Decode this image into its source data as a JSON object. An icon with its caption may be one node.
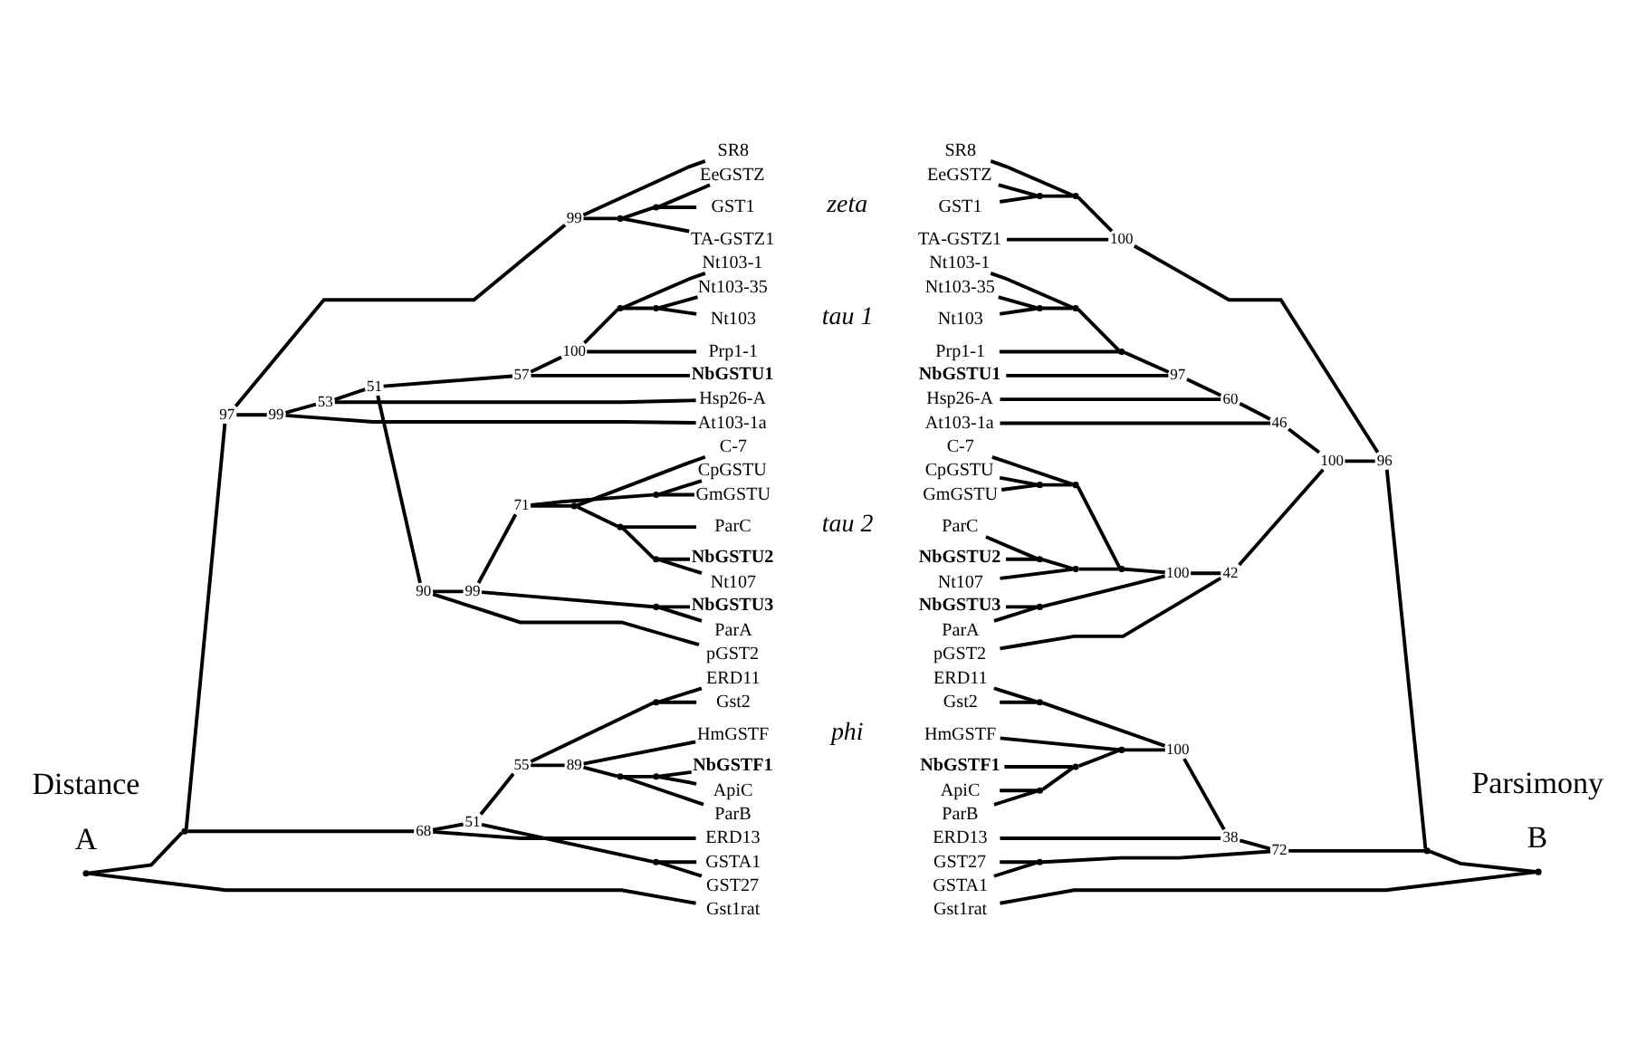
{
  "diagram": {
    "nodes": [
      {
        "text": [],
        "shape": "point"
      },
      {
        "text": [],
        "shape": "point"
      },
      {
        "text": [],
        "shape": "point",
        "beside": [
          "97"
        ]
      },
      {
        "text": [],
        "shape": "point",
        "beside": [
          "99"
        ]
      },
      {
        "text": [
          "SR8"
        ]
      },
      {
        "text": [],
        "shape": "point"
      },
      {
        "text": [],
        "shape": "point"
      },
      {
        "text": [
          "EeGSTZ"
        ]
      },
      {
        "text": [
          "GST1"
        ]
      },
      {
        "text": [
          "TA-GSTZ1"
        ]
      },
      {
        "text": [],
        "shape": "point",
        "beside": [
          "99"
        ]
      },
      {
        "text": [],
        "shape": "point",
        "beside": [
          "53"
        ]
      },
      {
        "text": [],
        "shape": "point",
        "beside": [
          "51"
        ]
      },
      {
        "text": [],
        "shape": "point",
        "beside": [
          "57"
        ]
      },
      {
        "text": [],
        "shape": "point",
        "beside": [
          "100"
        ]
      },
      {
        "text": [],
        "shape": "point"
      },
      {
        "text": [
          "Nt103-1"
        ]
      },
      {
        "text": [],
        "shape": "point"
      },
      {
        "text": [
          "Nt103-35"
        ]
      },
      {
        "text": [
          "Nt103"
        ]
      },
      {
        "text": [
          "Prp1-1"
        ]
      },
      {
        "text": [
          "NbGSTU1"
        ]
      },
      {
        "text": [],
        "shape": "point",
        "beside": [
          "90"
        ]
      },
      {
        "text": [],
        "shape": "point",
        "beside": [
          "99"
        ]
      },
      {
        "text": [],
        "shape": "point",
        "beside": [
          "71"
        ]
      },
      {
        "text": [],
        "shape": "point"
      },
      {
        "text": [
          "CpGSTU"
        ]
      },
      {
        "text": [
          "GmGSTU"
        ]
      },
      {
        "text": [],
        "shape": "point"
      },
      {
        "text": [
          "C-7"
        ]
      },
      {
        "text": [],
        "shape": "point"
      },
      {
        "text": [
          "ParC"
        ]
      },
      {
        "text": [],
        "shape": "point"
      },
      {
        "text": [
          "NbGSTU2"
        ]
      },
      {
        "text": [
          "Nt107"
        ]
      },
      {
        "text": [],
        "shape": "point"
      },
      {
        "text": [
          "NbGSTU3"
        ]
      },
      {
        "text": [
          "ParA"
        ]
      },
      {
        "text": [
          "pGST2"
        ]
      },
      {
        "text": [
          "Hsp26-A"
        ]
      },
      {
        "text": [
          "At103-1a"
        ]
      },
      {
        "text": [],
        "shape": "point",
        "beside": [
          "68"
        ]
      },
      {
        "text": [],
        "shape": "point",
        "beside": [
          "51"
        ]
      },
      {
        "text": [],
        "shape": "point",
        "beside": [
          "55"
        ]
      },
      {
        "text": [],
        "shape": "point"
      },
      {
        "text": [
          "ERD11"
        ]
      },
      {
        "text": [
          "Gst2"
        ]
      },
      {
        "text": [],
        "shape": "point",
        "beside": [
          "89"
        ]
      },
      {
        "text": [
          "HmGSTF"
        ]
      },
      {
        "text": [],
        "shape": "point"
      },
      {
        "text": [],
        "shape": "point"
      },
      {
        "text": [
          "NbGSTF1"
        ]
      },
      {
        "text": [
          "ApiC"
        ]
      },
      {
        "text": [
          "ParB"
        ]
      },
      {
        "text": [],
        "shape": "point"
      },
      {
        "text": [
          "GSTA1"
        ]
      },
      {
        "text": [
          "GST27"
        ]
      },
      {
        "text": [
          "ERD13"
        ]
      },
      {
        "text": [
          "Gst1rat"
        ]
      },
      {
        "text": [
          "SR8"
        ]
      },
      {
        "text": [
          "EeGSTZ"
        ]
      },
      {
        "text": [
          "GST1"
        ]
      },
      {
        "text": [
          "TA-GSTZ1"
        ]
      },
      {
        "text": [],
        "shape": "point"
      },
      {
        "text": [],
        "shape": "point"
      },
      {
        "text": [],
        "shape": "point",
        "beside": [
          "100"
        ]
      },
      {
        "text": [
          "Nt103-1"
        ]
      },
      {
        "text": [
          "Nt103-35"
        ]
      },
      {
        "text": [
          "Nt103"
        ]
      },
      {
        "text": [
          "Prp1-1"
        ]
      },
      {
        "text": [
          "NbGSTU1"
        ]
      },
      {
        "text": [
          "Hsp26-A"
        ]
      },
      {
        "text": [
          "At103-1a"
        ]
      },
      {
        "text": [],
        "shape": "point"
      },
      {
        "text": [],
        "shape": "point"
      },
      {
        "text": [],
        "shape": "point"
      },
      {
        "text": [],
        "shape": "point",
        "beside": [
          "97"
        ]
      },
      {
        "text": [],
        "shape": "point",
        "beside": [
          "60"
        ]
      },
      {
        "text": [],
        "shape": "point",
        "beside": [
          "46"
        ]
      },
      {
        "text": [
          "C-7"
        ]
      },
      {
        "text": [
          "CpGSTU"
        ]
      },
      {
        "text": [
          "GmGSTU"
        ]
      },
      {
        "text": [
          "ParC"
        ]
      },
      {
        "text": [
          "NbGSTU2"
        ]
      },
      {
        "text": [
          "Nt107"
        ]
      },
      {
        "text": [
          "NbGSTU3"
        ]
      },
      {
        "text": [
          "ParA"
        ]
      },
      {
        "text": [
          "pGST2"
        ]
      },
      {
        "text": [],
        "shape": "point"
      },
      {
        "text": [],
        "shape": "point"
      },
      {
        "text": [],
        "shape": "point"
      },
      {
        "text": [],
        "shape": "point"
      },
      {
        "text": [],
        "shape": "point"
      },
      {
        "text": [],
        "shape": "point"
      },
      {
        "text": [],
        "shape": "point",
        "beside": [
          "100"
        ]
      },
      {
        "text": [],
        "shape": "point",
        "beside": [
          "42"
        ]
      },
      {
        "text": [],
        "shape": "point",
        "beside": [
          "100"
        ]
      },
      {
        "text": [],
        "shape": "point",
        "beside": [
          "96"
        ]
      },
      {
        "text": [
          "ERD11"
        ]
      },
      {
        "text": [
          "Gst2"
        ]
      },
      {
        "text": [
          "HmGSTF"
        ]
      },
      {
        "text": [
          "NbGSTF1"
        ]
      },
      {
        "text": [
          "ApiC"
        ]
      },
      {
        "text": [
          "ParB"
        ]
      },
      {
        "text": [
          "ERD13"
        ]
      },
      {
        "text": [
          "GST27"
        ]
      },
      {
        "text": [
          "GSTA1"
        ]
      },
      {
        "text": [],
        "shape": "point"
      },
      {
        "text": [],
        "shape": "point"
      },
      {
        "text": [],
        "shape": "point"
      },
      {
        "text": [],
        "shape": "point"
      },
      {
        "text": [],
        "shape": "point",
        "beside": [
          "100"
        ]
      },
      {
        "text": [],
        "shape": "point",
        "beside": [
          "38"
        ]
      },
      {
        "text": [],
        "shape": "point"
      },
      {
        "text": [],
        "shape": "point",
        "beside": [
          "72"
        ]
      },
      {
        "text": [
          "Gst1rat"
        ]
      },
      {
        "text": [],
        "shape": "point"
      },
      {
        "text": [],
        "shape": "point"
      }
    ],
    "edges": [
      {
        "from": 0,
        "to": 1,
        "arrow": "none"
      },
      {
        "from": 0,
        "to": 58,
        "arrow": "none"
      },
      {
        "from": 1,
        "to": 2,
        "arrow": "none"
      },
      {
        "from": 1,
        "to": 41,
        "arrow": "none"
      },
      {
        "from": 2,
        "to": 3,
        "arrow": "none"
      },
      {
        "from": 2,
        "to": 10,
        "arrow": "none"
      },
      {
        "from": 3,
        "to": 4,
        "arrow": "none"
      },
      {
        "from": 3,
        "to": 5,
        "arrow": "none"
      },
      {
        "from": 5,
        "to": 6,
        "arrow": "none"
      },
      {
        "from": 5,
        "to": 9,
        "arrow": "none"
      },
      {
        "from": 6,
        "to": 7,
        "arrow": "none"
      },
      {
        "from": 6,
        "to": 8,
        "arrow": "none"
      },
      {
        "from": 10,
        "to": 11,
        "arrow": "none"
      },
      {
        "from": 10,
        "to": 40,
        "arrow": "none"
      },
      {
        "from": 11,
        "to": 12,
        "arrow": "none"
      },
      {
        "from": 11,
        "to": 39,
        "arrow": "none"
      },
      {
        "from": 12,
        "to": 13,
        "arrow": "none"
      },
      {
        "from": 12,
        "to": 22,
        "arrow": "none"
      },
      {
        "from": 13,
        "to": 14,
        "arrow": "none"
      },
      {
        "from": 13,
        "to": 21,
        "arrow": "none"
      },
      {
        "from": 14,
        "to": 15,
        "arrow": "none"
      },
      {
        "from": 14,
        "to": 20,
        "arrow": "none"
      },
      {
        "from": 15,
        "to": 16,
        "arrow": "none"
      },
      {
        "from": 15,
        "to": 17,
        "arrow": "none"
      },
      {
        "from": 17,
        "to": 18,
        "arrow": "none"
      },
      {
        "from": 17,
        "to": 19,
        "arrow": "none"
      },
      {
        "from": 22,
        "to": 23,
        "arrow": "none"
      },
      {
        "from": 22,
        "to": 38,
        "arrow": "none"
      },
      {
        "from": 23,
        "to": 24,
        "arrow": "none"
      },
      {
        "from": 23,
        "to": 35,
        "arrow": "none"
      },
      {
        "from": 24,
        "to": 25,
        "arrow": "none"
      },
      {
        "from": 24,
        "to": 28,
        "arrow": "none"
      },
      {
        "from": 25,
        "to": 26,
        "arrow": "none"
      },
      {
        "from": 25,
        "to": 27,
        "arrow": "none"
      },
      {
        "from": 28,
        "to": 29,
        "arrow": "none"
      },
      {
        "from": 28,
        "to": 30,
        "arrow": "none"
      },
      {
        "from": 30,
        "to": 31,
        "arrow": "none"
      },
      {
        "from": 30,
        "to": 32,
        "arrow": "none"
      },
      {
        "from": 32,
        "to": 33,
        "arrow": "none"
      },
      {
        "from": 32,
        "to": 34,
        "arrow": "none"
      },
      {
        "from": 35,
        "to": 36,
        "arrow": "none"
      },
      {
        "from": 35,
        "to": 37,
        "arrow": "none"
      },
      {
        "from": 41,
        "to": 42,
        "arrow": "none"
      },
      {
        "from": 41,
        "to": 57,
        "arrow": "none"
      },
      {
        "from": 42,
        "to": 43,
        "arrow": "none"
      },
      {
        "from": 42,
        "to": 54,
        "arrow": "none"
      },
      {
        "from": 43,
        "to": 44,
        "arrow": "none"
      },
      {
        "from": 43,
        "to": 47,
        "arrow": "none"
      },
      {
        "from": 44,
        "to": 45,
        "arrow": "none"
      },
      {
        "from": 44,
        "to": 46,
        "arrow": "none"
      },
      {
        "from": 47,
        "to": 48,
        "arrow": "none"
      },
      {
        "from": 47,
        "to": 49,
        "arrow": "none"
      },
      {
        "from": 49,
        "to": 50,
        "arrow": "none"
      },
      {
        "from": 49,
        "to": 53,
        "arrow": "none"
      },
      {
        "from": 50,
        "to": 51,
        "arrow": "none"
      },
      {
        "from": 50,
        "to": 52,
        "arrow": "none"
      },
      {
        "from": 54,
        "to": 55,
        "arrow": "none"
      },
      {
        "from": 54,
        "to": 56,
        "arrow": "none"
      },
      {
        "from": 60,
        "to": 63,
        "arrow": "none"
      },
      {
        "from": 61,
        "to": 63,
        "arrow": "none"
      },
      {
        "from": 59,
        "to": 64,
        "arrow": "none"
      },
      {
        "from": 63,
        "to": 64,
        "arrow": "none"
      },
      {
        "from": 64,
        "to": 65,
        "arrow": "none"
      },
      {
        "from": 62,
        "to": 65,
        "arrow": "none"
      },
      {
        "from": 67,
        "to": 73,
        "arrow": "none"
      },
      {
        "from": 68,
        "to": 73,
        "arrow": "none"
      },
      {
        "from": 66,
        "to": 74,
        "arrow": "none"
      },
      {
        "from": 73,
        "to": 74,
        "arrow": "none"
      },
      {
        "from": 74,
        "to": 75,
        "arrow": "none"
      },
      {
        "from": 69,
        "to": 75,
        "arrow": "none"
      },
      {
        "from": 75,
        "to": 76,
        "arrow": "none"
      },
      {
        "from": 70,
        "to": 76,
        "arrow": "none"
      },
      {
        "from": 76,
        "to": 77,
        "arrow": "none"
      },
      {
        "from": 71,
        "to": 77,
        "arrow": "none"
      },
      {
        "from": 77,
        "to": 78,
        "arrow": "none"
      },
      {
        "from": 72,
        "to": 78,
        "arrow": "none"
      },
      {
        "from": 80,
        "to": 88,
        "arrow": "none"
      },
      {
        "from": 81,
        "to": 88,
        "arrow": "none"
      },
      {
        "from": 79,
        "to": 89,
        "arrow": "none"
      },
      {
        "from": 88,
        "to": 89,
        "arrow": "none"
      },
      {
        "from": 82,
        "to": 90,
        "arrow": "none"
      },
      {
        "from": 83,
        "to": 90,
        "arrow": "none"
      },
      {
        "from": 90,
        "to": 91,
        "arrow": "none"
      },
      {
        "from": 84,
        "to": 91,
        "arrow": "none"
      },
      {
        "from": 89,
        "to": 92,
        "arrow": "none"
      },
      {
        "from": 91,
        "to": 92,
        "arrow": "none"
      },
      {
        "from": 85,
        "to": 93,
        "arrow": "none"
      },
      {
        "from": 86,
        "to": 93,
        "arrow": "none"
      },
      {
        "from": 92,
        "to": 94,
        "arrow": "none"
      },
      {
        "from": 93,
        "to": 94,
        "arrow": "none"
      },
      {
        "from": 94,
        "to": 95,
        "arrow": "none"
      },
      {
        "from": 87,
        "to": 95,
        "arrow": "none"
      },
      {
        "from": 78,
        "to": 96,
        "arrow": "none"
      },
      {
        "from": 95,
        "to": 96,
        "arrow": "none"
      },
      {
        "from": 65,
        "to": 97,
        "arrow": "none"
      },
      {
        "from": 96,
        "to": 97,
        "arrow": "none"
      },
      {
        "from": 98,
        "to": 107,
        "arrow": "none"
      },
      {
        "from": 99,
        "to": 107,
        "arrow": "none"
      },
      {
        "from": 102,
        "to": 108,
        "arrow": "none"
      },
      {
        "from": 103,
        "to": 108,
        "arrow": "none"
      },
      {
        "from": 101,
        "to": 109,
        "arrow": "none"
      },
      {
        "from": 108,
        "to": 109,
        "arrow": "none"
      },
      {
        "from": 100,
        "to": 110,
        "arrow": "none"
      },
      {
        "from": 109,
        "to": 110,
        "arrow": "none"
      },
      {
        "from": 107,
        "to": 111,
        "arrow": "none"
      },
      {
        "from": 110,
        "to": 111,
        "arrow": "none"
      },
      {
        "from": 111,
        "to": 112,
        "arrow": "none"
      },
      {
        "from": 104,
        "to": 112,
        "arrow": "none"
      },
      {
        "from": 105,
        "to": 113,
        "arrow": "none"
      },
      {
        "from": 106,
        "to": 113,
        "arrow": "none"
      },
      {
        "from": 112,
        "to": 114,
        "arrow": "none"
      },
      {
        "from": 113,
        "to": 114,
        "arrow": "none"
      },
      {
        "from": 97,
        "to": 116,
        "arrow": "none"
      },
      {
        "from": 114,
        "to": 116,
        "arrow": "none"
      },
      {
        "from": 116,
        "to": 117,
        "arrow": "none"
      },
      {
        "from": 115,
        "to": 117,
        "arrow": "none"
      }
    ],
    "labels": [
      "A",
      "zeta",
      "B",
      "tau 1",
      "tau 2",
      "phi",
      "Distance",
      "Parsimony"
    ]
  }
}
